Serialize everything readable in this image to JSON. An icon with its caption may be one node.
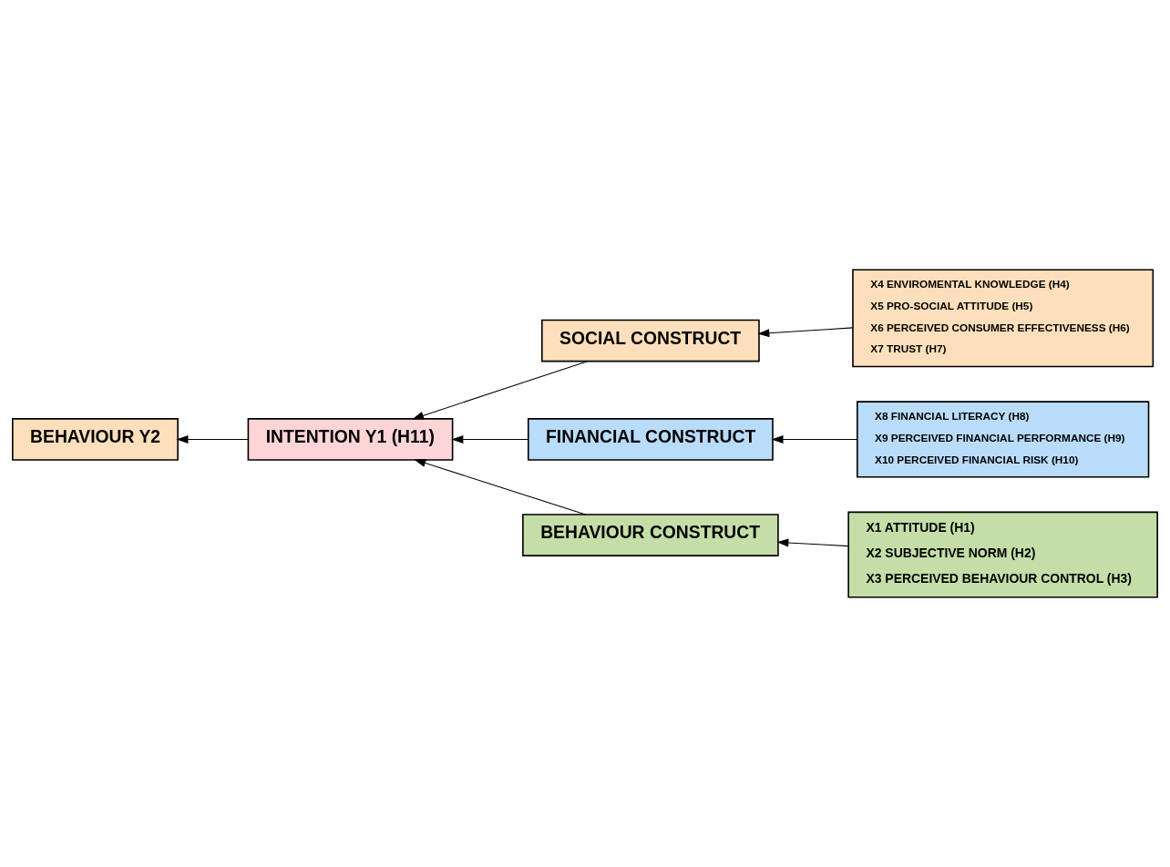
{
  "diagram": {
    "nodes": [
      {
        "text": [
          "BEHAVIOUR CONSTRUCT"
        ]
      },
      {
        "text": [
          "X1 ATTITUDE (H1)",
          "X2 SUBJECTIVE NORM (H2)",
          "X3 PERCEIVED BEHAVIOUR CONTROL (H3)"
        ]
      },
      {
        "text": [
          "INTENTION Y1 (H11)"
        ]
      },
      {
        "text": [
          "SOCIAL CONSTRUCT"
        ]
      },
      {
        "text": [
          "X4 ENVIROMENTAL KNOWLEDGE (H4)",
          "X5 PRO-SOCIAL ATTITUDE (H5)",
          "X6 PERCEIVED CONSUMER EFFECTIVENESS (H6)",
          "X7 TRUST (H7)"
        ]
      },
      {
        "text": [
          "FINANCIAL CONSTRUCT"
        ]
      },
      {
        "text": [
          "X8 FINANCIAL LITERACY (H8)",
          "X9 PERCEIVED FINANCIAL PERFORMANCE (H9)",
          "X10 PERCEIVED FINANCIAL RISK (H10)"
        ]
      },
      {
        "text": [
          "BEHAVIOUR Y2"
        ]
      }
    ],
    "edges": [
      {
        "from": 1,
        "to": 0,
        "arrow": "to"
      },
      {
        "from": 0,
        "to": 2,
        "arrow": "to"
      },
      {
        "from": 4,
        "to": 3,
        "arrow": "to"
      },
      {
        "from": 3,
        "to": 2,
        "arrow": "to"
      },
      {
        "from": 5,
        "to": 2,
        "arrow": "to"
      },
      {
        "from": 6,
        "to": 5,
        "arrow": "to"
      },
      {
        "from": 2,
        "to": 7,
        "arrow": "to"
      }
    ]
  }
}
